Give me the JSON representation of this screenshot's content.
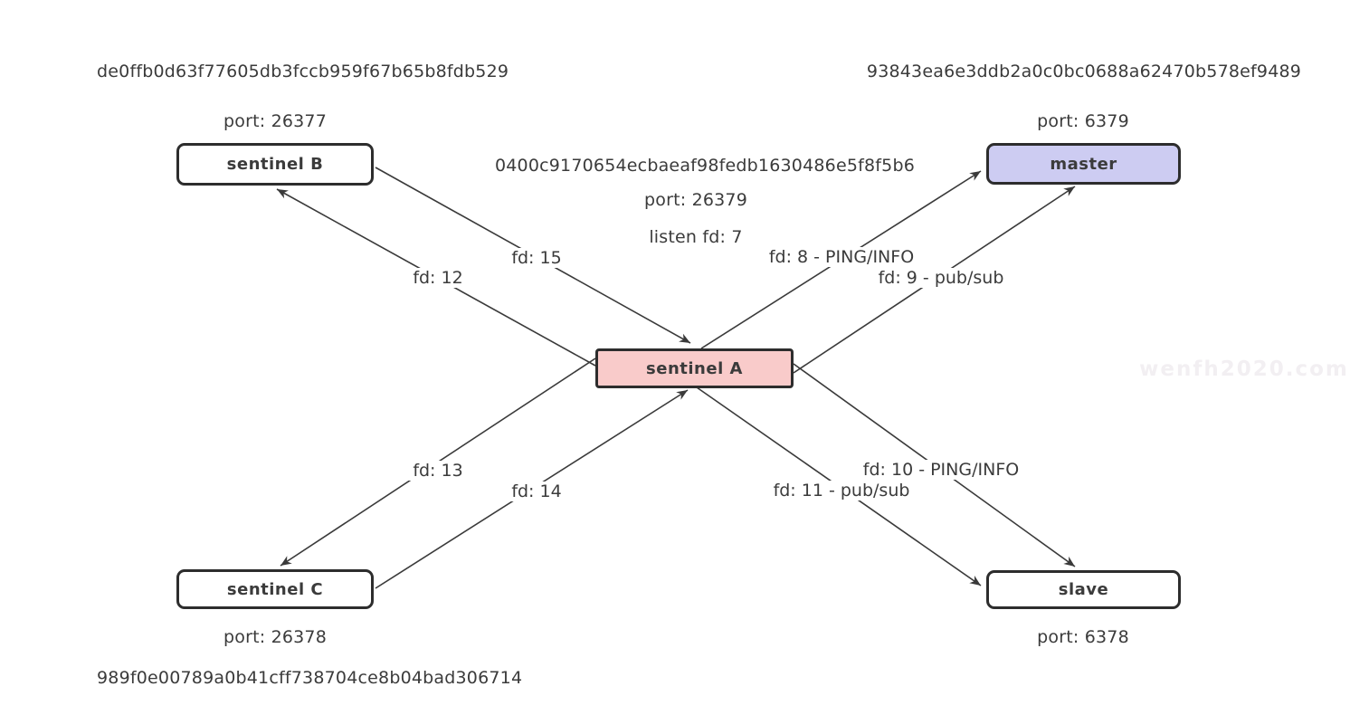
{
  "watermark": "wenfh2020.com",
  "colors": {
    "background": "#ffffff",
    "ink": "#3b3b3b",
    "line": "#3a3a3a",
    "node_border": "#2d2d2d",
    "fill_sentinel_a": "#f9cbca",
    "fill_master": "#cdccf2",
    "fill_plain": "#ffffff",
    "watermark": "#f2eff2"
  },
  "hashes": {
    "sentinel_b": "de0ffb0d63f77605db3fccb959f67b65b8fdb529",
    "master": "93843ea6e3ddb2a0c0bc0688a62470b578ef9489",
    "sentinel_a": "0400c9170654ecbaeaf98fedb1630486e5f8f5b6",
    "sentinel_c": "989f0e00789a0b41cff738704ce8b04bad306714"
  },
  "nodes": {
    "sentinel_b": {
      "label": "sentinel B",
      "port": "port: 26377"
    },
    "master": {
      "label": "master",
      "port": "port: 6379"
    },
    "sentinel_a": {
      "label": "sentinel A",
      "port": "port: 26379",
      "listen": "listen fd: 7"
    },
    "sentinel_c": {
      "label": "sentinel C",
      "port": "port: 26378"
    },
    "slave": {
      "label": "slave",
      "port": "port: 6378"
    }
  },
  "edges": {
    "fd12": {
      "label": "fd: 12",
      "from": "sentinel A",
      "to": "sentinel B"
    },
    "fd15": {
      "label": "fd: 15",
      "from": "sentinel B",
      "to": "sentinel A"
    },
    "fd13": {
      "label": "fd: 13",
      "from": "sentinel A",
      "to": "sentinel C"
    },
    "fd14": {
      "label": "fd: 14",
      "from": "sentinel C",
      "to": "sentinel A"
    },
    "fd8": {
      "label": "fd: 8 - PING/INFO",
      "from": "sentinel A",
      "to": "master"
    },
    "fd9": {
      "label": "fd: 9 - pub/sub",
      "from": "sentinel A",
      "to": "master"
    },
    "fd10": {
      "label": "fd: 10 - PING/INFO",
      "from": "sentinel A",
      "to": "slave"
    },
    "fd11": {
      "label": "fd: 11 - pub/sub",
      "from": "sentinel A",
      "to": "slave"
    }
  }
}
